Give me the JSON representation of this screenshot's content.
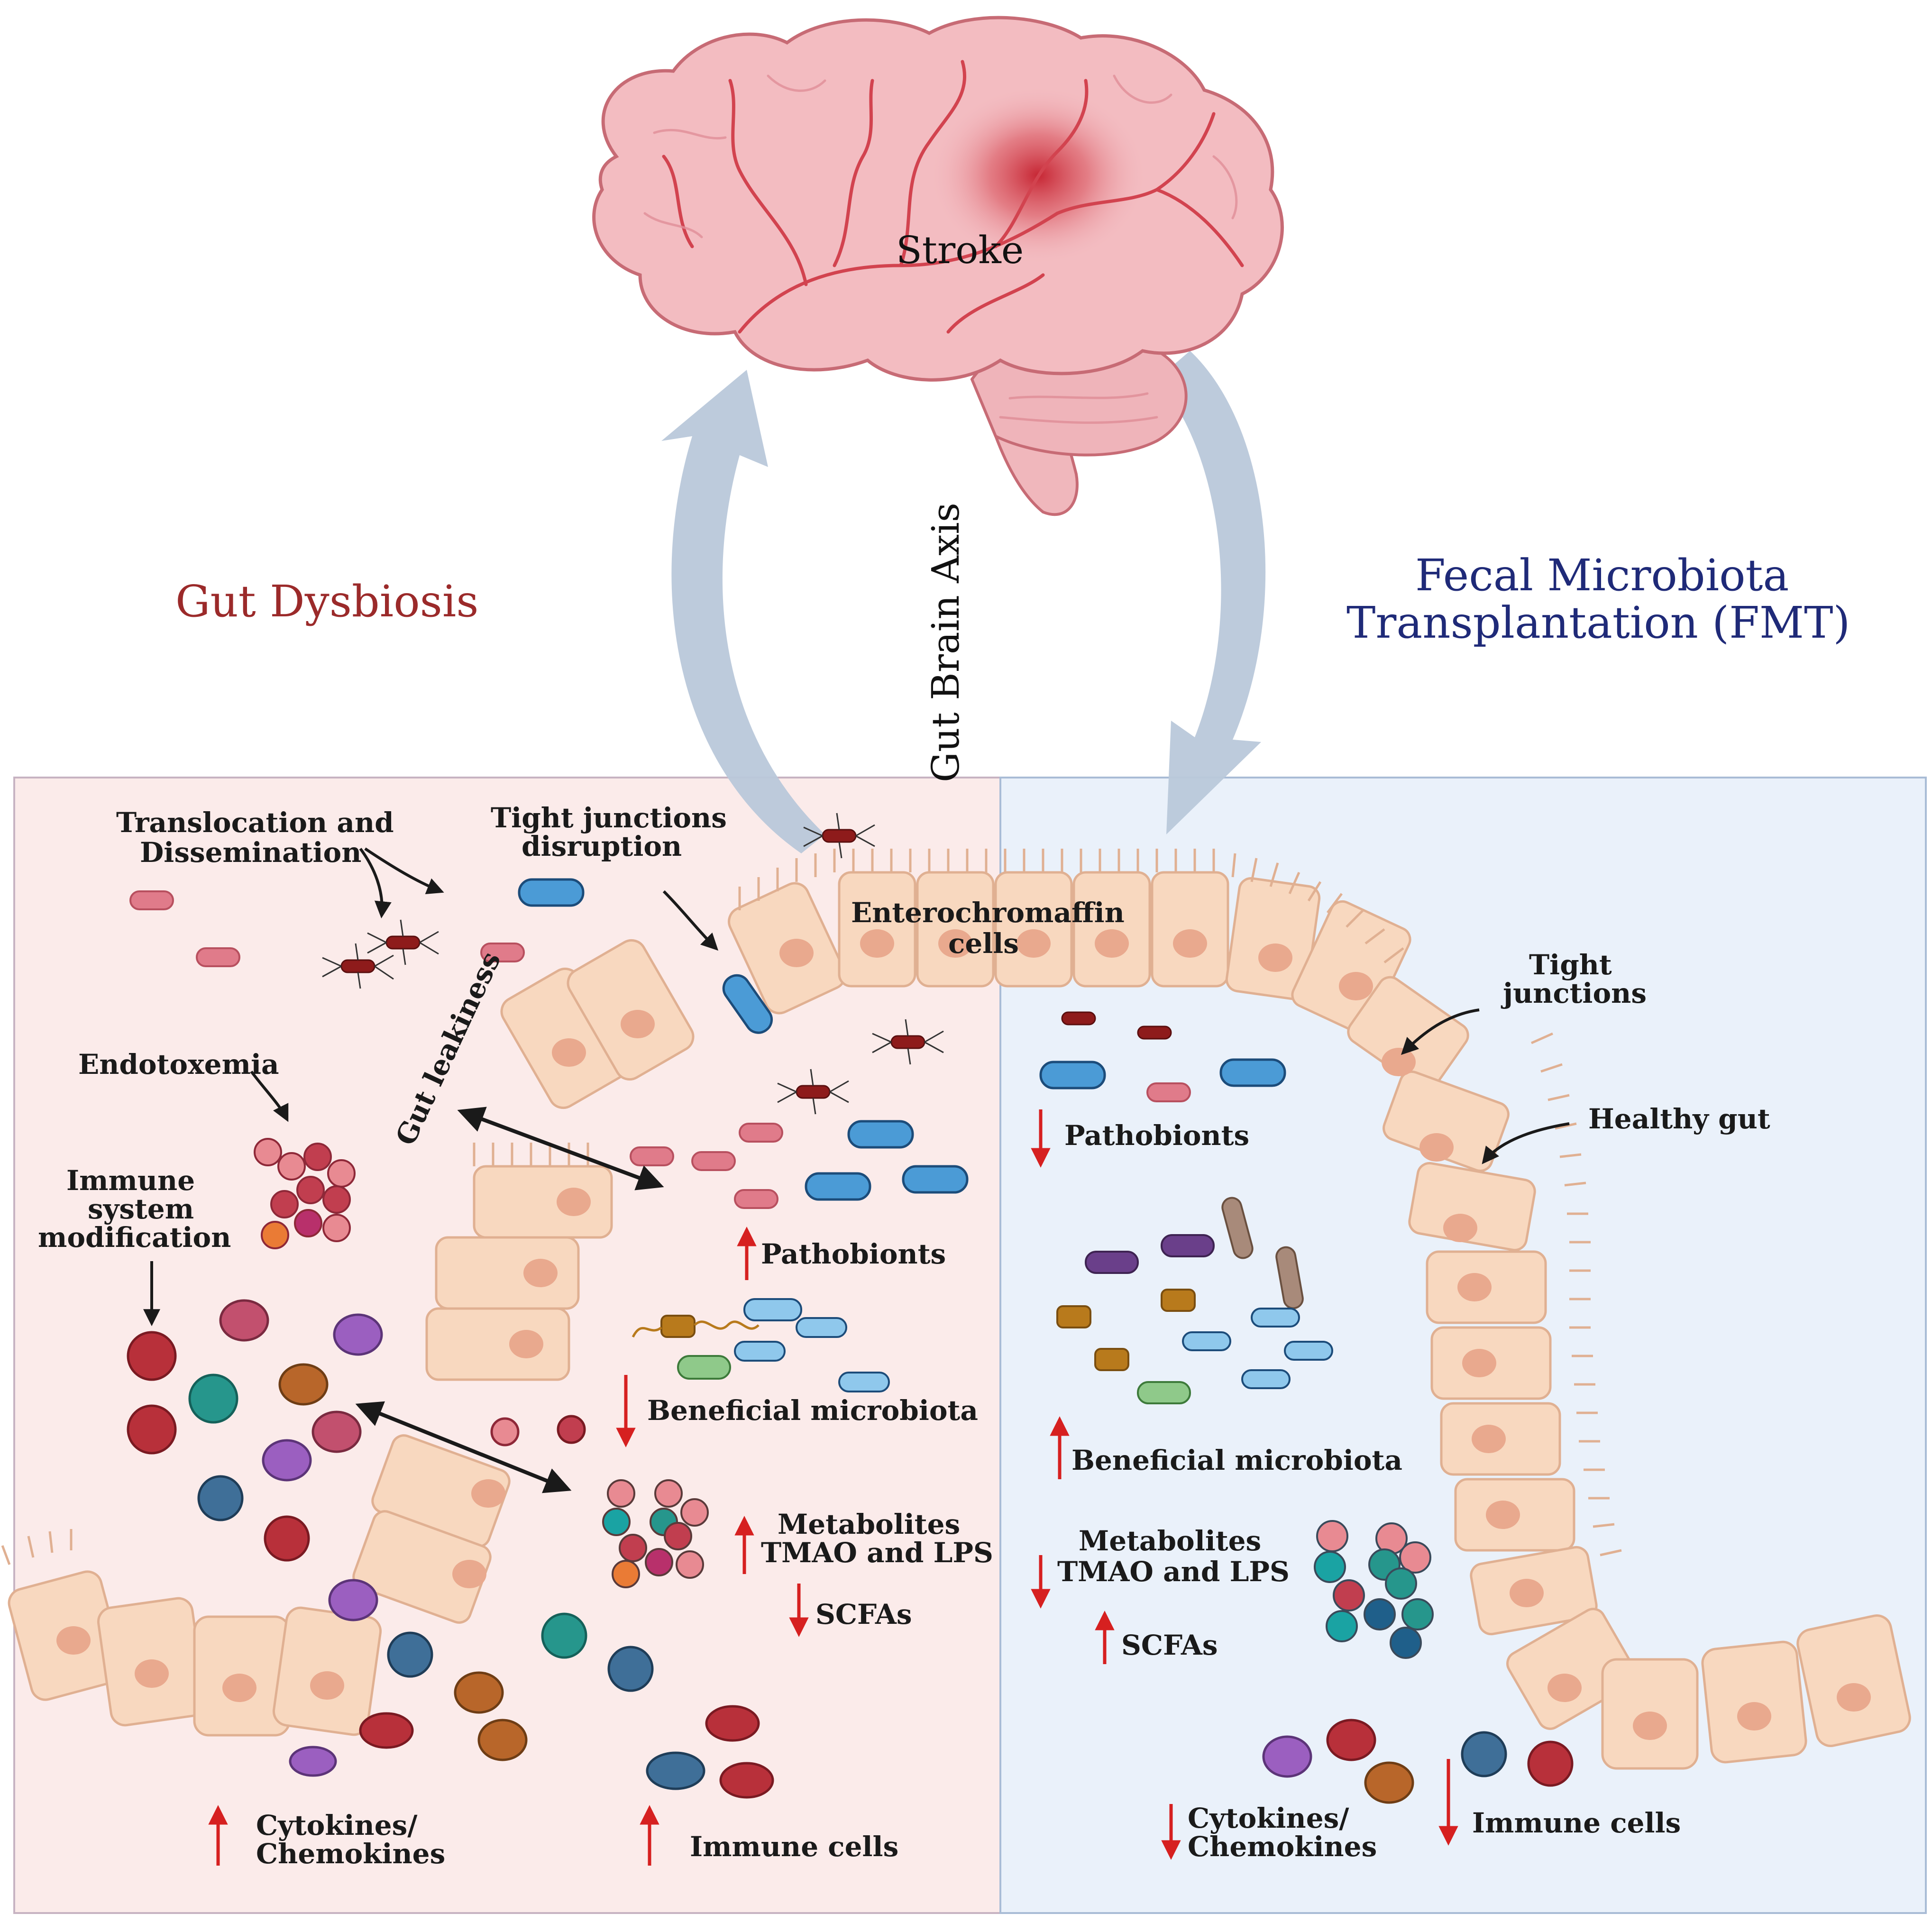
{
  "colors": {
    "left_panel_bg": "#fbebea",
    "right_panel_bg": "#eaf1fa",
    "panel_border": "#a9bcd6",
    "gut_cell": "#f8d8bf",
    "gut_cell_border": "#e0b092",
    "nucleus": "#e9a98e",
    "brain": "#f3bcc1",
    "brain_vessel": "#d2434f",
    "stroke_core": "#c9202e",
    "axis_arrow": "#b9c8da",
    "up_arrow": "#d62020",
    "dysbiosis_title": "#9b2a2a",
    "fmt_title": "#1f2a78"
  },
  "brain": {
    "label": "Stroke"
  },
  "axis": {
    "label": "Gut Brain Axis"
  },
  "left_panel": {
    "title": "Gut Dysbiosis",
    "labels": {
      "translocation_1": "Translocation and",
      "translocation_2": "Dissemination",
      "tight_junctions_1": "Tight junctions",
      "tight_junctions_2": "disruption",
      "endotoxemia": "Endotoxemia",
      "gut_leakiness": "Gut leakiness",
      "immune_1": "Immune",
      "immune_2": "system",
      "immune_3": "modification",
      "pathobionts": "Pathobionts",
      "beneficial": "Beneficial microbiota",
      "metabolites_1": "Metabolites",
      "metabolites_2": "TMAO and LPS",
      "scfas": "SCFAs",
      "cytokines_1": "Cytokines/",
      "cytokines_2": "Chemokines",
      "immune_cells": "Immune cells"
    },
    "trends": {
      "pathobionts": "up",
      "beneficial": "down",
      "metabolites": "up",
      "scfas": "down",
      "cytokines": "up",
      "immune_cells": "up"
    }
  },
  "right_panel": {
    "title_1": "Fecal Microbiota",
    "title_2": "Transplantation (FMT)",
    "labels": {
      "enterochromaffin_1": "Enterochromaffin",
      "enterochromaffin_2": "cells",
      "tight_1": "Tight",
      "tight_2": "junctions",
      "healthy_gut": "Healthy gut",
      "pathobionts": "Pathobionts",
      "beneficial": "Beneficial microbiota",
      "metabolites_1": "Metabolites",
      "metabolites_2": "TMAO and LPS",
      "scfas": "SCFAs",
      "cytokines_1": "Cytokines/",
      "cytokines_2": "Chemokines",
      "immune_cells": "Immune cells"
    },
    "trends": {
      "pathobionts": "down",
      "beneficial": "up",
      "metabolites": "down",
      "scfas": "up",
      "cytokines": "down",
      "immune_cells": "down"
    }
  }
}
